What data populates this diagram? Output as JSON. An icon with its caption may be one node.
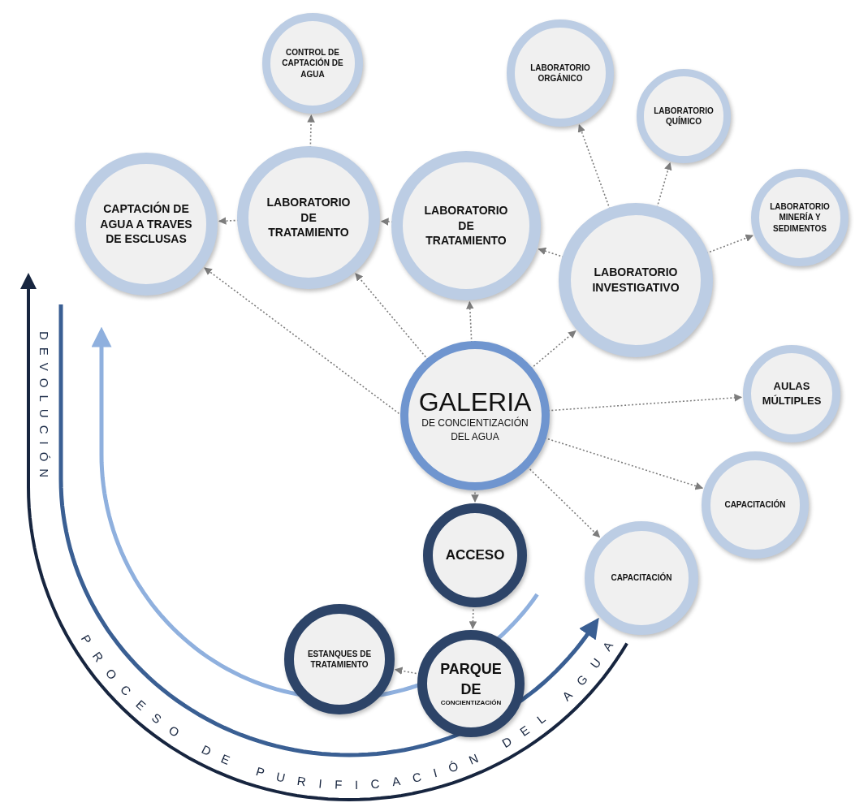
{
  "diagram": {
    "nodes": [
      {
        "text": [
          "CONTROL DE CAPTACIÓN DE AGUA"
        ]
      },
      {
        "text": [
          "LABORATORIO ORGÁNICO"
        ]
      },
      {
        "text": [
          "LABORATORIO QUÍMICO"
        ]
      },
      {
        "text": [
          "CAPTACIÓN DE AGUA A TRAVES DE ESCLUSAS"
        ]
      },
      {
        "text": [
          "LABORATORIO DE TRATAMIENTO"
        ]
      },
      {
        "text": [
          "LABORATORIO DE TRATAMIENTO"
        ]
      },
      {
        "text": [
          "LABORATORIO MINERÍA Y SEDIMENTOS"
        ]
      },
      {
        "text": [
          "LABORATORIO INVESTIGATIVO"
        ]
      },
      {
        "text": [
          "GALERIA",
          "DE CONCIENTIZACIÓN DEL AGUA"
        ]
      },
      {
        "text": [
          "AULAS MÚLTIPLES"
        ]
      },
      {
        "text": [
          "CAPACITACIÓN"
        ]
      },
      {
        "text": [
          "ACCESO"
        ]
      },
      {
        "text": [
          "CAPACITACIÓN"
        ]
      },
      {
        "text": [
          "ESTANQUES DE TRATAMIENTO"
        ]
      },
      {
        "text": [
          "PARQUE DE",
          "CONCIENTIZACIÓN"
        ]
      }
    ],
    "edges": [
      {
        "from": 4,
        "to": 0,
        "arrow": "to"
      },
      {
        "from": 7,
        "to": 1,
        "arrow": "to"
      },
      {
        "from": 7,
        "to": 2,
        "arrow": "to"
      },
      {
        "from": 4,
        "to": 3,
        "arrow": "to"
      },
      {
        "from": 5,
        "to": 4,
        "arrow": "to"
      },
      {
        "from": 7,
        "to": 5,
        "arrow": "to"
      },
      {
        "from": 7,
        "to": 6,
        "arrow": "to"
      },
      {
        "from": 8,
        "to": 3,
        "arrow": "to"
      },
      {
        "from": 8,
        "to": 4,
        "arrow": "to"
      },
      {
        "from": 8,
        "to": 5,
        "arrow": "to"
      },
      {
        "from": 8,
        "to": 7,
        "arrow": "to"
      },
      {
        "from": 8,
        "to": 9,
        "arrow": "to"
      },
      {
        "from": 8,
        "to": 10,
        "arrow": "to"
      },
      {
        "from": 8,
        "to": 12,
        "arrow": "to"
      },
      {
        "from": 8,
        "to": 11,
        "arrow": "to"
      },
      {
        "from": 11,
        "to": 14,
        "arrow": "to"
      },
      {
        "from": 14,
        "to": 13,
        "arrow": "to"
      }
    ],
    "labels": [
      "DEVOLUCIÓN",
      "PROCESO DE PURIFICACIÓN DEL AGUA"
    ]
  }
}
